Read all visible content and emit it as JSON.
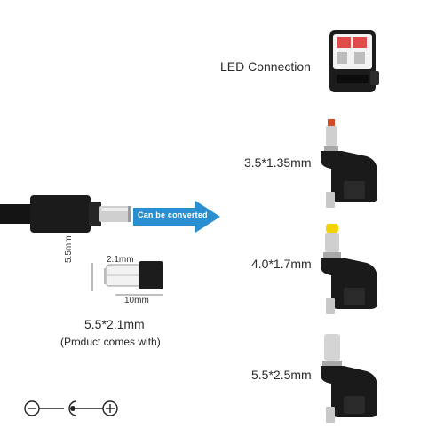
{
  "labels": {
    "led": "LED Connection",
    "tip1": "3.5*1.35mm",
    "tip2": "4.0*1.7mm",
    "tip3": "5.5*2.5mm",
    "main_size": "5.5*2.1mm",
    "note": "(Product comes with)",
    "arrow": "Can be converted"
  },
  "dimensions": {
    "outer": "5.5mm",
    "inner": "2.1mm",
    "length": "10mm"
  },
  "colors": {
    "arrow": "#2a8fd0",
    "cable": "#141414",
    "tip_red": "#d24b2a",
    "tip_yellow": "#f2d300",
    "led_red": "#e04a4a"
  },
  "icons": [
    "polarity-symbol-icon"
  ]
}
